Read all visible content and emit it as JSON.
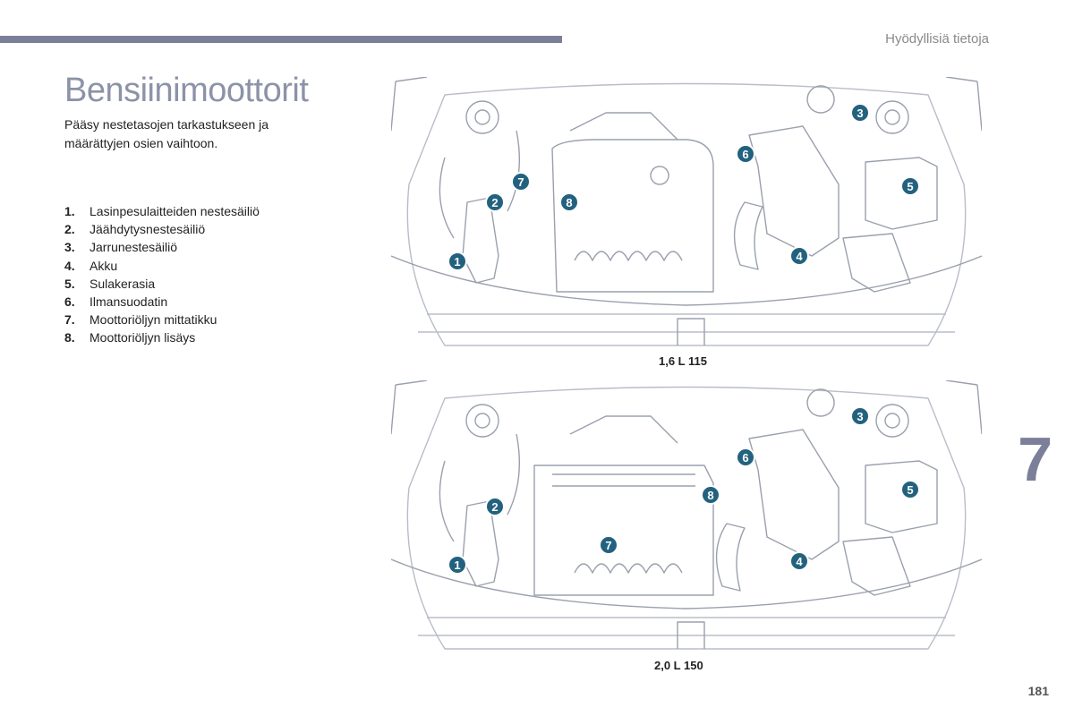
{
  "header": {
    "section": "Hyödyllisiä tietoja",
    "title": "Bensiinimoottorit",
    "intro": "Pääsy nestetasojen tarkastukseen ja määrättyjen osien vaihtoon."
  },
  "legend": [
    {
      "num": "1.",
      "label": "Lasinpesulaitteiden nestesäiliö"
    },
    {
      "num": "2.",
      "label": "Jäähdytysnestesäiliö"
    },
    {
      "num": "3.",
      "label": "Jarrunestesäiliö"
    },
    {
      "num": "4.",
      "label": "Akku"
    },
    {
      "num": "5.",
      "label": "Sulakerasia"
    },
    {
      "num": "6.",
      "label": "Ilmansuodatin"
    },
    {
      "num": "7.",
      "label": "Moottoriöljyn mittatikku"
    },
    {
      "num": "8.",
      "label": "Moottoriöljyn lisäys"
    }
  ],
  "diagrams": [
    {
      "caption": "1,6 L 115",
      "callouts": [
        "1",
        "2",
        "3",
        "4",
        "5",
        "6",
        "7",
        "8"
      ]
    },
    {
      "caption": "2,0 L 150",
      "callouts": [
        "1",
        "2",
        "3",
        "4",
        "5",
        "6",
        "7",
        "8"
      ]
    }
  ],
  "chapter": "7",
  "page_number": "181",
  "colors": {
    "accent": "#7b7f99",
    "callout": "#23627f",
    "title": "#8c93a8"
  }
}
